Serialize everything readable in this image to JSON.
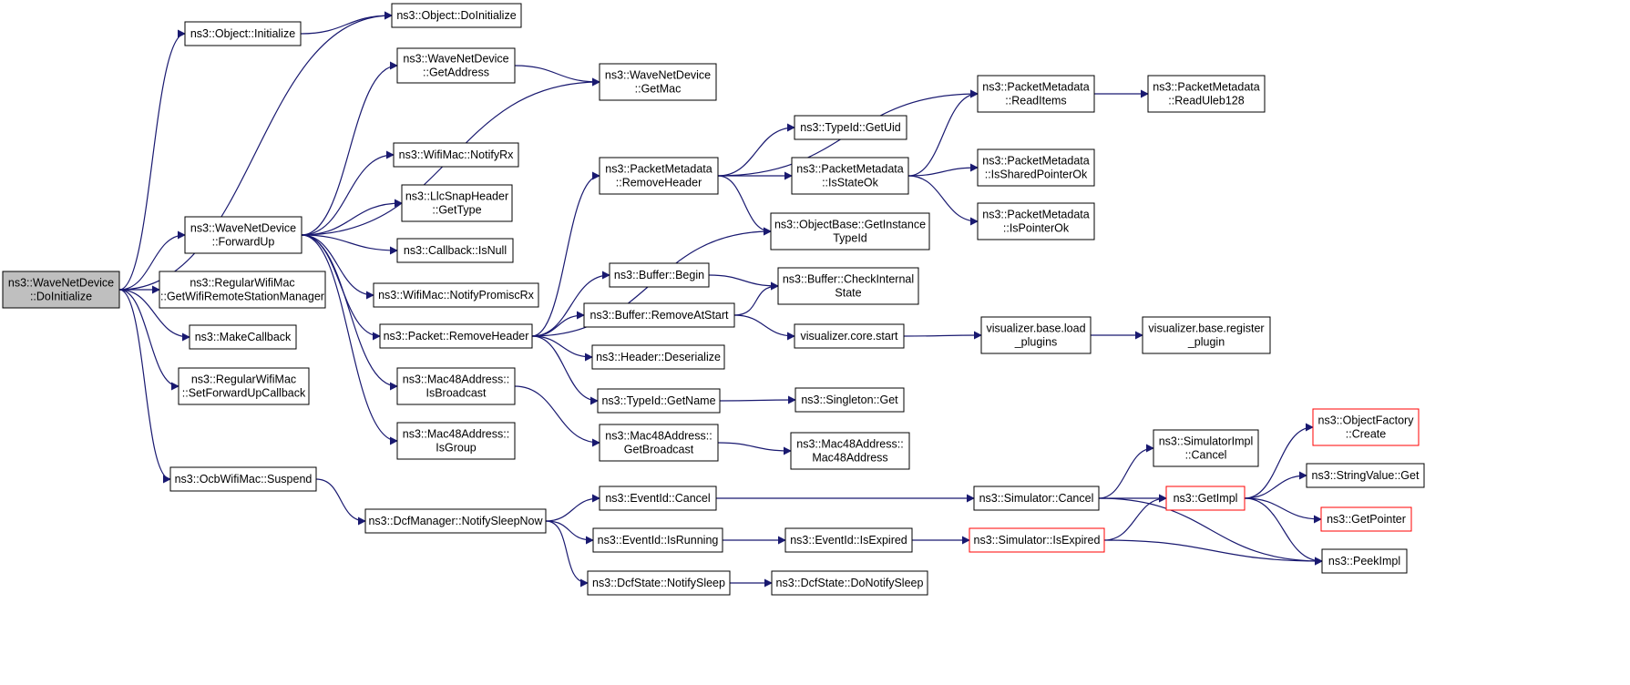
{
  "colors": {
    "edge": "#191970",
    "root_fill": "#bfbfbf",
    "red_border": "#ff0000",
    "node_border": "#000000"
  },
  "nodes": [
    {
      "id": "root",
      "lines": [
        "ns3::WaveNetDevice",
        "::DoInitialize"
      ],
      "style": "root"
    },
    {
      "id": "obj_init",
      "lines": [
        "ns3::Object::Initialize"
      ]
    },
    {
      "id": "obj_doinit",
      "lines": [
        "ns3::Object::DoInitialize"
      ]
    },
    {
      "id": "wnd_getaddr",
      "lines": [
        "ns3::WaveNetDevice",
        "::GetAddress"
      ]
    },
    {
      "id": "wnd_getmac",
      "lines": [
        "ns3::WaveNetDevice",
        "::GetMac"
      ]
    },
    {
      "id": "wifimac_notifyrx",
      "lines": [
        "ns3::WifiMac::NotifyRx"
      ]
    },
    {
      "id": "llc_gettype",
      "lines": [
        "ns3::LlcSnapHeader",
        "::GetType"
      ]
    },
    {
      "id": "cb_isnull",
      "lines": [
        "ns3::Callback::IsNull"
      ]
    },
    {
      "id": "wifimac_promisc",
      "lines": [
        "ns3::WifiMac::NotifyPromiscRx"
      ]
    },
    {
      "id": "wnd_forwardup",
      "lines": [
        "ns3::WaveNetDevice",
        "::ForwardUp"
      ]
    },
    {
      "id": "rwm_getwrsm",
      "lines": [
        "ns3::RegularWifiMac",
        "::GetWifiRemoteStationManager"
      ]
    },
    {
      "id": "makecallback",
      "lines": [
        "ns3::MakeCallback"
      ]
    },
    {
      "id": "rwm_setfwd",
      "lines": [
        "ns3::RegularWifiMac",
        "::SetForwardUpCallback"
      ]
    },
    {
      "id": "pkt_removeheader",
      "lines": [
        "ns3::Packet::RemoveHeader"
      ]
    },
    {
      "id": "mac48_isbroadcast",
      "lines": [
        "ns3::Mac48Address::",
        "IsBroadcast"
      ]
    },
    {
      "id": "mac48_isgroup",
      "lines": [
        "ns3::Mac48Address::",
        "IsGroup"
      ]
    },
    {
      "id": "ocb_suspend",
      "lines": [
        "ns3::OcbWifiMac::Suspend"
      ]
    },
    {
      "id": "dcf_notifysleepnow",
      "lines": [
        "ns3::DcfManager::NotifySleepNow"
      ]
    },
    {
      "id": "pm_removeheader",
      "lines": [
        "ns3::PacketMetadata",
        "::RemoveHeader"
      ]
    },
    {
      "id": "buf_begin",
      "lines": [
        "ns3::Buffer::Begin"
      ]
    },
    {
      "id": "buf_removeatstart",
      "lines": [
        "ns3::Buffer::RemoveAtStart"
      ]
    },
    {
      "id": "hdr_deserialize",
      "lines": [
        "ns3::Header::Deserialize"
      ]
    },
    {
      "id": "typeid_getname",
      "lines": [
        "ns3::TypeId::GetName"
      ]
    },
    {
      "id": "mac48_getbroadcast",
      "lines": [
        "ns3::Mac48Address::",
        "GetBroadcast"
      ]
    },
    {
      "id": "eventid_cancel",
      "lines": [
        "ns3::EventId::Cancel"
      ]
    },
    {
      "id": "eventid_isrunning",
      "lines": [
        "ns3::EventId::IsRunning"
      ]
    },
    {
      "id": "dcfstate_notifysleep",
      "lines": [
        "ns3::DcfState::NotifySleep"
      ]
    },
    {
      "id": "typeid_getuid",
      "lines": [
        "ns3::TypeId::GetUid"
      ]
    },
    {
      "id": "pm_isstateok",
      "lines": [
        "ns3::PacketMetadata",
        "::IsStateOk"
      ]
    },
    {
      "id": "objbase_getinstance",
      "lines": [
        "ns3::ObjectBase::GetInstance",
        "TypeId"
      ]
    },
    {
      "id": "buf_checkinternal",
      "lines": [
        "ns3::Buffer::CheckInternal",
        "State"
      ]
    },
    {
      "id": "vis_core_start",
      "lines": [
        "visualizer.core.start"
      ]
    },
    {
      "id": "singleton_get",
      "lines": [
        "ns3::Singleton::Get"
      ]
    },
    {
      "id": "mac48_ctor",
      "lines": [
        "ns3::Mac48Address::",
        "Mac48Address"
      ]
    },
    {
      "id": "eventid_isexpired",
      "lines": [
        "ns3::EventId::IsExpired"
      ]
    },
    {
      "id": "dcfstate_donotifysleep",
      "lines": [
        "ns3::DcfState::DoNotifySleep"
      ]
    },
    {
      "id": "pm_readitems",
      "lines": [
        "ns3::PacketMetadata",
        "::ReadItems"
      ]
    },
    {
      "id": "pm_issharedok",
      "lines": [
        "ns3::PacketMetadata",
        "::IsSharedPointerOk"
      ]
    },
    {
      "id": "pm_ispointerok",
      "lines": [
        "ns3::PacketMetadata",
        "::IsPointerOk"
      ]
    },
    {
      "id": "vis_base_load",
      "lines": [
        "visualizer.base.load",
        "_plugins"
      ]
    },
    {
      "id": "sim_cancel",
      "lines": [
        "ns3::Simulator::Cancel"
      ]
    },
    {
      "id": "sim_isexpired",
      "lines": [
        "ns3::Simulator::IsExpired"
      ],
      "style": "red"
    },
    {
      "id": "pm_readuleb",
      "lines": [
        "ns3::PacketMetadata",
        "::ReadUleb128"
      ]
    },
    {
      "id": "vis_base_register",
      "lines": [
        "visualizer.base.register",
        "_plugin"
      ]
    },
    {
      "id": "simimpl_cancel",
      "lines": [
        "ns3::SimulatorImpl",
        "::Cancel"
      ]
    },
    {
      "id": "getimpl",
      "lines": [
        "ns3::GetImpl"
      ],
      "style": "red"
    },
    {
      "id": "objfactory_create",
      "lines": [
        "ns3::ObjectFactory",
        "::Create"
      ],
      "style": "red"
    },
    {
      "id": "stringvalue_get",
      "lines": [
        "ns3::StringValue::Get"
      ]
    },
    {
      "id": "getpointer",
      "lines": [
        "ns3::GetPointer"
      ],
      "style": "red"
    },
    {
      "id": "peekimpl",
      "lines": [
        "ns3::PeekImpl"
      ]
    }
  ],
  "edges": [
    [
      "root",
      "obj_init"
    ],
    [
      "root",
      "obj_doinit"
    ],
    [
      "root",
      "wnd_forwardup"
    ],
    [
      "root",
      "rwm_getwrsm"
    ],
    [
      "root",
      "makecallback"
    ],
    [
      "root",
      "rwm_setfwd"
    ],
    [
      "root",
      "ocb_suspend"
    ],
    [
      "obj_init",
      "obj_doinit"
    ],
    [
      "wnd_getaddr",
      "wnd_getmac"
    ],
    [
      "wnd_forwardup",
      "wnd_getaddr"
    ],
    [
      "wnd_forwardup",
      "wnd_getmac"
    ],
    [
      "wnd_forwardup",
      "wifimac_notifyrx"
    ],
    [
      "wnd_forwardup",
      "llc_gettype"
    ],
    [
      "wnd_forwardup",
      "cb_isnull"
    ],
    [
      "wnd_forwardup",
      "wifimac_promisc"
    ],
    [
      "wnd_forwardup",
      "pkt_removeheader"
    ],
    [
      "wnd_forwardup",
      "mac48_isbroadcast"
    ],
    [
      "wnd_forwardup",
      "mac48_isgroup"
    ],
    [
      "pkt_removeheader",
      "pm_removeheader"
    ],
    [
      "pkt_removeheader",
      "objbase_getinstance"
    ],
    [
      "pkt_removeheader",
      "buf_begin"
    ],
    [
      "pkt_removeheader",
      "buf_removeatstart"
    ],
    [
      "pkt_removeheader",
      "hdr_deserialize"
    ],
    [
      "pkt_removeheader",
      "typeid_getname"
    ],
    [
      "mac48_isbroadcast",
      "mac48_getbroadcast"
    ],
    [
      "ocb_suspend",
      "dcf_notifysleepnow"
    ],
    [
      "dcf_notifysleepnow",
      "eventid_cancel"
    ],
    [
      "dcf_notifysleepnow",
      "eventid_isrunning"
    ],
    [
      "dcf_notifysleepnow",
      "dcfstate_notifysleep"
    ],
    [
      "pm_removeheader",
      "pm_readitems"
    ],
    [
      "pm_removeheader",
      "typeid_getuid"
    ],
    [
      "pm_removeheader",
      "pm_isstateok"
    ],
    [
      "pm_removeheader",
      "objbase_getinstance"
    ],
    [
      "buf_begin",
      "buf_checkinternal"
    ],
    [
      "buf_removeatstart",
      "buf_checkinternal"
    ],
    [
      "buf_removeatstart",
      "vis_core_start"
    ],
    [
      "typeid_getname",
      "singleton_get"
    ],
    [
      "mac48_getbroadcast",
      "mac48_ctor"
    ],
    [
      "eventid_cancel",
      "sim_cancel"
    ],
    [
      "eventid_isrunning",
      "eventid_isexpired"
    ],
    [
      "dcfstate_notifysleep",
      "dcfstate_donotifysleep"
    ],
    [
      "pm_isstateok",
      "pm_readitems"
    ],
    [
      "pm_isstateok",
      "pm_issharedok"
    ],
    [
      "pm_isstateok",
      "pm_ispointerok"
    ],
    [
      "vis_core_start",
      "vis_base_load"
    ],
    [
      "eventid_isexpired",
      "sim_isexpired"
    ],
    [
      "pm_readitems",
      "pm_readuleb"
    ],
    [
      "vis_base_load",
      "vis_base_register"
    ],
    [
      "sim_cancel",
      "simimpl_cancel"
    ],
    [
      "sim_cancel",
      "getimpl"
    ],
    [
      "sim_cancel",
      "peekimpl"
    ],
    [
      "sim_isexpired",
      "getimpl"
    ],
    [
      "sim_isexpired",
      "peekimpl"
    ],
    [
      "getimpl",
      "objfactory_create"
    ],
    [
      "getimpl",
      "stringvalue_get"
    ],
    [
      "getimpl",
      "getpointer"
    ],
    [
      "getimpl",
      "peekimpl"
    ]
  ]
}
